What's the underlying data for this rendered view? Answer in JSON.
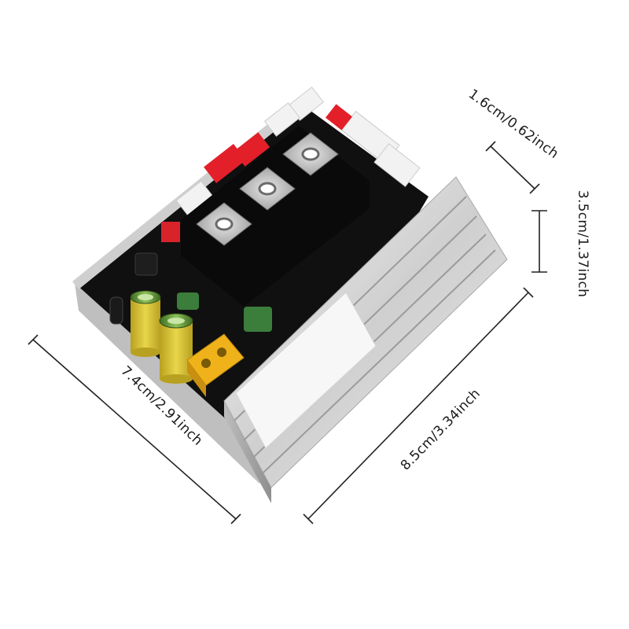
{
  "product": {
    "kind": "scooter motor controller board with aluminium heatsink"
  },
  "dimensions": [
    {
      "id": "length",
      "text": "8.5cm/3.34inch"
    },
    {
      "id": "width",
      "text": "7.4cm/2.91inch"
    },
    {
      "id": "height",
      "text": "3.5cm/1.37inch"
    },
    {
      "id": "depth",
      "text": "1.6cm/0.62inch"
    }
  ],
  "colors": {
    "background": "#ffffff",
    "pcb": "#101010",
    "heatsink": "#d9d9d9",
    "connector_red": "#e3202a",
    "connector_white": "#f2f2f2",
    "xt60_yellow": "#f0b21a",
    "capacitor_green": "#5f8f3a",
    "dimension_line": "#222222"
  }
}
